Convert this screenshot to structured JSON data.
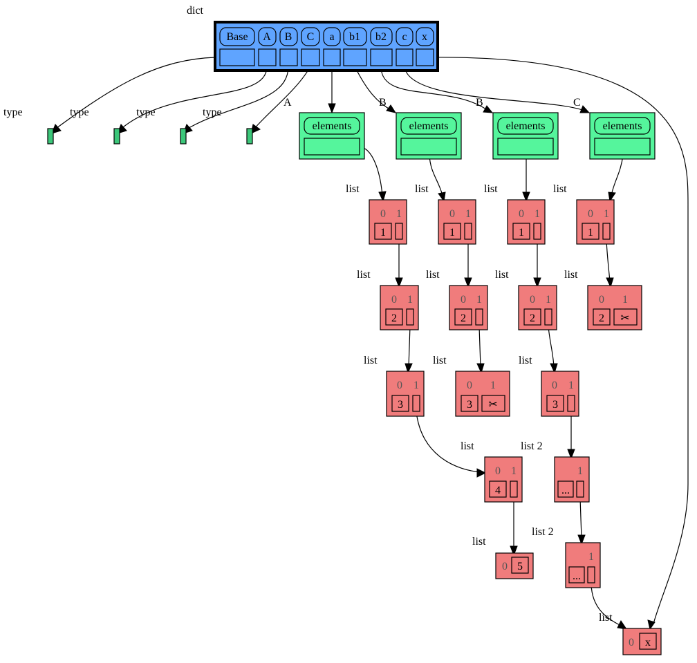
{
  "diagram": {
    "dict": {
      "label": "dict",
      "keys": [
        "Base",
        "A",
        "B",
        "C",
        "a",
        "b1",
        "b2",
        "c",
        "x"
      ]
    },
    "type_labels": [
      "type",
      "type",
      "type",
      "type"
    ],
    "instance_labels": [
      "A",
      "B",
      "B",
      "C"
    ],
    "elements_label": "elements",
    "list_labels": {
      "list": "list",
      "list2": "list 2"
    },
    "index_labels": {
      "zero": "0",
      "one": "1"
    },
    "values": {
      "v1": "1",
      "v2": "2",
      "v3": "3",
      "v4": "4",
      "v5": "5",
      "ellipsis": "...",
      "x": "x",
      "scissors": "✂"
    },
    "colors": {
      "dict": "#5fa4ff",
      "elements": "#55f59c",
      "type": "#3cc77a",
      "list": "#f07c7c"
    }
  }
}
